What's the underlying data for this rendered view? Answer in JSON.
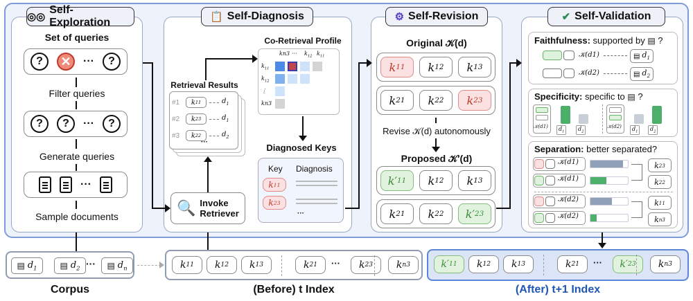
{
  "panels": {
    "exploration": {
      "title": "Self-Exploration",
      "set_of_queries": "Set of queries",
      "filter_queries": "Filter queries",
      "generate_queries": "Generate queries",
      "sample_documents": "Sample documents"
    },
    "diagnosis": {
      "title": "Self-Diagnosis",
      "retrieval_results": "Retrieval Results",
      "co_retrieval_profile": "Co-Retrieval Profile",
      "diagnosed_keys": "Diagnosed Keys",
      "key_header": "Key",
      "diagnosis_header": "Diagnosis",
      "invoke_retriever": "Invoke Retriever",
      "results": [
        {
          "rank": "#1",
          "key": "k11",
          "doc": "d1"
        },
        {
          "rank": "#2",
          "key": "k23",
          "doc": "d1"
        },
        {
          "rank": "#3",
          "key": "k22",
          "doc": "d2"
        }
      ],
      "diag_keys": [
        "k11",
        "k23"
      ],
      "matrix_col_labels": [
        "kn3",
        "···",
        "k12",
        "k11"
      ],
      "matrix_row_labels": [
        "k11",
        "k12",
        "⋮",
        "kn3"
      ]
    },
    "revision": {
      "title": "Self-Revision",
      "original": "Original 𝒦(d)",
      "revise": "Revise 𝒦(d) autonomously",
      "proposed": "Proposed 𝒦′(d)",
      "original_rows": [
        [
          "k11",
          "k12",
          "k13"
        ],
        [
          "k21",
          "k22",
          "k23"
        ]
      ],
      "proposed_rows": [
        [
          "k′11",
          "k12",
          "k13"
        ],
        [
          "k21",
          "k22",
          "k′23"
        ]
      ]
    },
    "validation": {
      "title": "Self-Validation",
      "faithfulness_label": "Faithfulness:",
      "faithfulness_text": "supported by",
      "faith_kd1": "𝒦(d1)",
      "faith_kd2": "𝒦(d2)",
      "faith_d1": "d1",
      "faith_d2": "d2",
      "specificity_label": "Specificity:",
      "specificity_text": "specific to",
      "spec_k1": "𝒦(d1)",
      "spec_k2": "𝒦(d2)",
      "spec_d1": "d1",
      "spec_d2": "d2",
      "separation_label": "Separation:",
      "separation_text": "better separated?",
      "sep_rows": [
        {
          "k": "𝒦(d1)",
          "chip1": "k23",
          "chip2": "k22"
        },
        {
          "k": "𝒦(d2)",
          "chip1": "k11",
          "chip2": "kn3"
        }
      ]
    }
  },
  "bottom": {
    "corpus_label": "Corpus",
    "corpus_docs": [
      "d1",
      "d2",
      "dn"
    ],
    "before_label": "(Before) t Index",
    "before_keys": [
      "k11",
      "k12",
      "k13",
      "k21",
      "k23",
      "kn3"
    ],
    "after_label": "(After) t+1 Index",
    "after_keys": [
      "k′11",
      "k12",
      "k13",
      "k21",
      "k′23",
      "kn3"
    ],
    "ellipsis": "···"
  },
  "colors": {
    "accent_blue": "#1f55b5",
    "red_key": "#c0392b",
    "green_key": "#3a8b34"
  }
}
